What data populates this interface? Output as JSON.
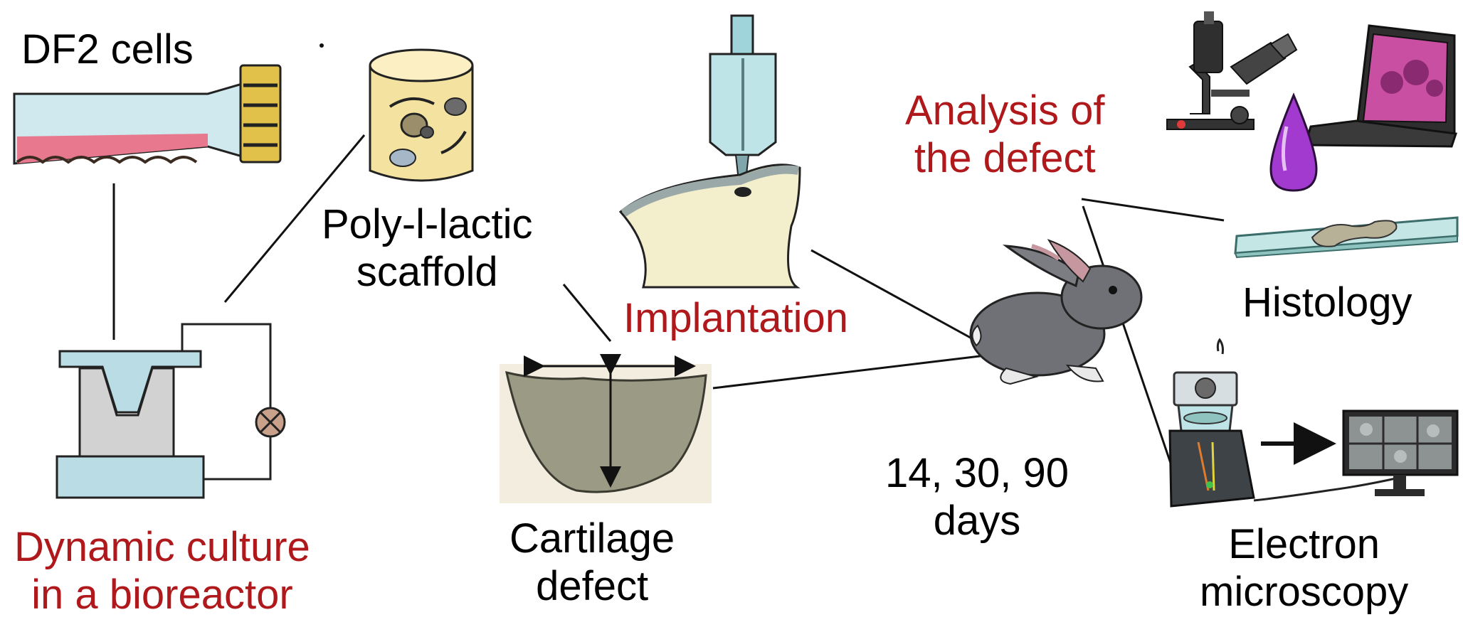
{
  "labels": {
    "df2_cells": "DF2 cells",
    "scaffold": [
      "Poly-l-lactic",
      "scaffold"
    ],
    "dynamic_culture": [
      "Dynamic culture",
      "in a bioreactor"
    ],
    "cartilage_defect": [
      "Cartilage",
      "defect"
    ],
    "implantation": "Implantation",
    "timepoints": [
      "14, 30, 90",
      "days"
    ],
    "analysis": [
      "Analysis of",
      "the defect"
    ],
    "histology": "Histology",
    "electron_microscopy": [
      "Electron",
      "microscopy"
    ]
  },
  "colors": {
    "highlight_text": "#b0191c",
    "body_text": "#000000",
    "flask_medium": "#e8788e",
    "flask_glass": "#cfe9ee",
    "flask_cap": "#e2c14a",
    "scaffold": "#f4e3a0",
    "bioreactor": "#b9dce5",
    "bone": "#f3efcd",
    "syringe": "#9fd4db",
    "cartilage": "#9a9a85",
    "rabbit": "#6f7176",
    "stain_drop": "#a23ad0",
    "slide": "#c4e6e4",
    "tissue_image": "#c94fa3"
  },
  "icons": [
    "culture-flask-icon",
    "scaffold-icon",
    "bioreactor-icon",
    "bone-implant-icon",
    "cartilage-defect-icon",
    "rabbit-icon",
    "light-microscope-icon",
    "laptop-icon",
    "stain-drop-icon",
    "microscope-slide-icon",
    "electron-microscope-icon",
    "monitor-icon"
  ]
}
